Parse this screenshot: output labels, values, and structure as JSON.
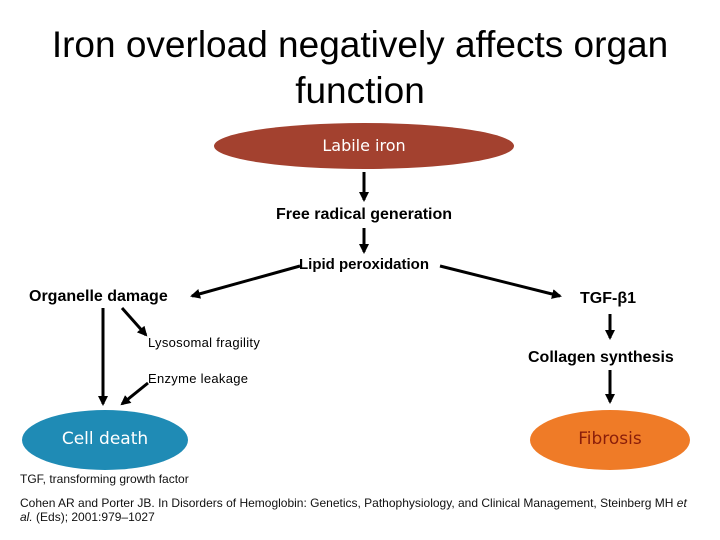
{
  "title": "Iron overload negatively affects organ function",
  "nodes": {
    "labile_iron": "Labile iron",
    "free_radical": "Free radical generation",
    "lipid_peroxidation": "Lipid peroxidation",
    "organelle_damage": "Organelle damage",
    "tgf_beta1": "TGF-β1",
    "lysosomal_fragility": "Lysosomal fragility",
    "enzyme_leakage": "Enzyme leakage",
    "collagen_synthesis": "Collagen synthesis",
    "cell_death": "Cell death",
    "fibrosis": "Fibrosis"
  },
  "colors": {
    "labile_iron_oval": "#a3412f",
    "cell_death_oval": "#1f8bb5",
    "fibrosis_oval": "#ef7b27",
    "arrows": "#000000"
  },
  "footnotes": {
    "abbreviation": "TGF, transforming growth factor",
    "citation_main": "Cohen AR and Porter JB. In Disorders of Hemoglobin: Genetics, Pathophysiology, and Clinical Management, Steinberg MH ",
    "citation_etal": "et al.",
    "citation_end": " (Eds); 2001:979–1027"
  }
}
